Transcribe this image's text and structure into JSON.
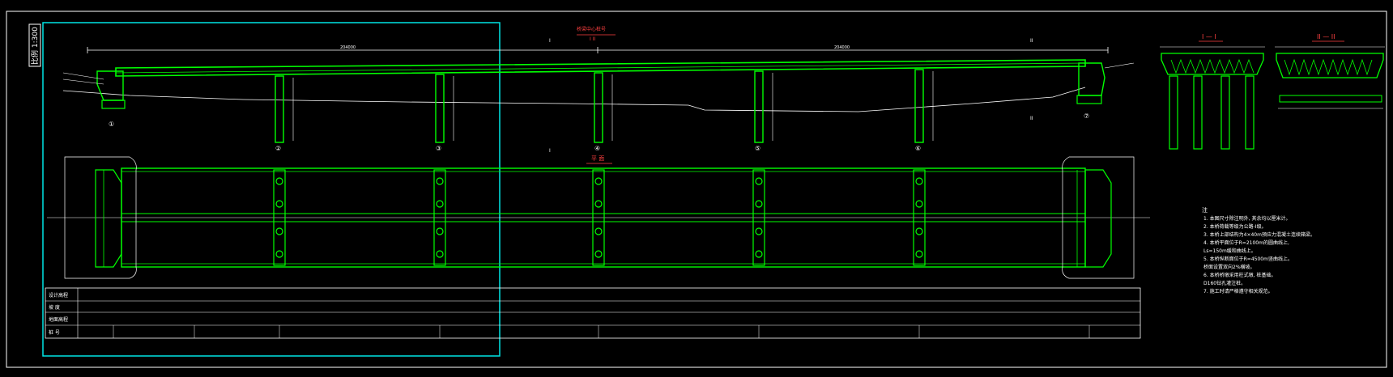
{
  "drawing": {
    "scale_label": "比例 1:300",
    "profile_title": "桥梁中心桩号",
    "plan_title": "平 面",
    "section_1_title": "I — I",
    "section_2_title": "II — II",
    "section_mark_1": "I",
    "section_mark_2": "II",
    "span_left": "204000",
    "span_right": "204000",
    "pier_numbers": [
      "①",
      "②",
      "③",
      "④",
      "⑤",
      "⑥",
      "⑦"
    ],
    "table_rows": [
      "设计高程",
      "坡 度",
      "地面高程",
      "桩 号"
    ],
    "notes_title": "注",
    "notes": [
      "1. 本图尺寸除注明外, 其余均以厘米计。",
      "2. 本桥荷载等级为公路-I级。",
      "3. 本桥上部结构为4×40m预应力混凝土连续箱梁。",
      "4. 本桥平面位于R=2100m的圆曲线上,",
      "   Ls=150m缓和曲线上。",
      "5. 本桥纵断面位于R=4500m竖曲线上。",
      "   桥面设置双向2%横坡。",
      "6. 本桥桥墩采用柱式墩, 桩基础。",
      "   D160钻孔灌注桩。",
      "7. 施工时请严格遵守相关规范。"
    ]
  },
  "colors": {
    "background": "#000000",
    "structure": "#00ff00",
    "annotation": "#ffffff",
    "frame": "#00e5e5",
    "highlight": "#ff4040"
  }
}
